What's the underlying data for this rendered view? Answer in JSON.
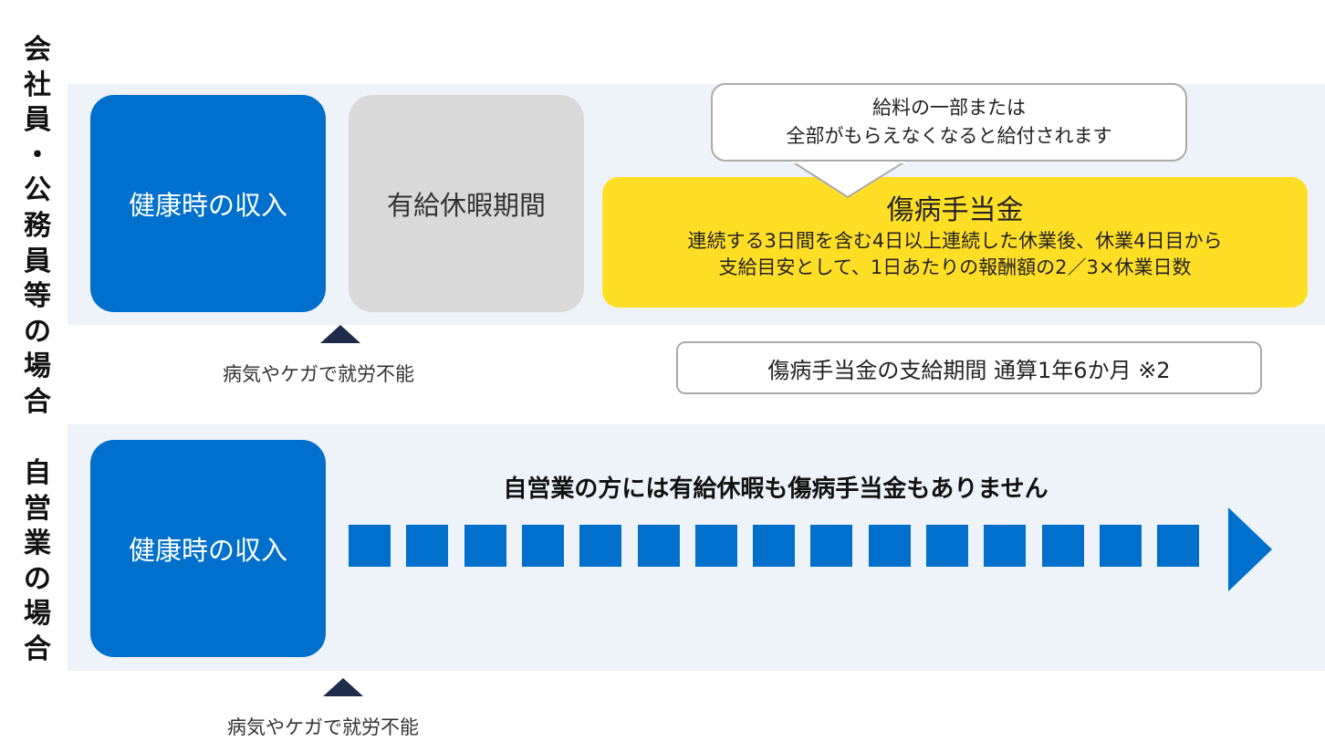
{
  "section_company": {
    "label": [
      "会",
      "社",
      "員",
      "・",
      "公",
      "務",
      "員",
      "等",
      "の",
      "場",
      "合"
    ],
    "healthy_income": "健康時の収入",
    "paid_leave": "有給休暇期間",
    "bubble": {
      "line1": "給料の一部または",
      "line2": "全部がもらえなくなると給付されます"
    },
    "benefit": {
      "title": "傷病手当金",
      "line1": "連続する3日間を含む4日以上連続した休業後、休業4日目から",
      "line2": "支給目安として、1日あたりの報酬額の2／3×休業日数"
    },
    "caption": "病気やケガで就労不能",
    "period": "傷病手当金の支給期間 通算1年6か月 ※2"
  },
  "section_selfemployed": {
    "label": [
      "自",
      "営",
      "業",
      "の",
      "場",
      "合"
    ],
    "healthy_income": "健康時の収入",
    "note": "自営業の方には有給休暇も傷病手当金もありません",
    "caption": "病気やケガで就労不能",
    "square_count": 15
  },
  "colors": {
    "blue": "#0070cc",
    "gray": "#d9d9d9",
    "yellow": "#ffdf26",
    "band": "#eef3fa",
    "border": "#aaaaaa",
    "marker": "#1f2d4a"
  }
}
